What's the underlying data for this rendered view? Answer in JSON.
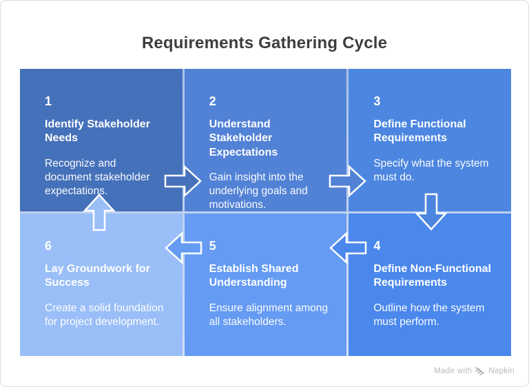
{
  "title": "Requirements Gathering Cycle",
  "steps": [
    {
      "number": "1",
      "title": "Identify Stakeholder Needs",
      "description": "Recognize and document stakeholder expectations.",
      "color": "#4571BA"
    },
    {
      "number": "2",
      "title": "Understand Stakeholder Expectations",
      "description": "Gain insight into the underlying goals and motivations.",
      "color": "#5282D6"
    },
    {
      "number": "3",
      "title": "Define Functional Requirements",
      "description": "Specify what the system must do.",
      "color": "#4C86E0"
    },
    {
      "number": "4",
      "title": "Define Non-Functional Requirements",
      "description": "Outline how the system must perform.",
      "color": "#4B88EC"
    },
    {
      "number": "5",
      "title": "Establish Shared Understanding",
      "description": "Ensure alignment among all stakeholders.",
      "color": "#659BF3"
    },
    {
      "number": "6",
      "title": "Lay Groundwork for Success",
      "description": "Create a solid foundation for project development.",
      "color": "#99BEF8"
    }
  ],
  "arrows": [
    {
      "name": "arrow-1-to-2",
      "direction": "right",
      "color": "#4571BA"
    },
    {
      "name": "arrow-2-to-3",
      "direction": "right",
      "color": "#5282D6"
    },
    {
      "name": "arrow-3-to-4",
      "direction": "down",
      "color": "#4C86E0"
    },
    {
      "name": "arrow-4-to-5",
      "direction": "left",
      "color": "#4B88EC"
    },
    {
      "name": "arrow-5-to-6",
      "direction": "left",
      "color": "#659BF3"
    },
    {
      "name": "arrow-6-to-1",
      "direction": "up",
      "color": "#99BEF8"
    }
  ],
  "watermark": {
    "made_with": "Made with",
    "brand": "Napkin",
    "color": "#b9b9b9"
  }
}
